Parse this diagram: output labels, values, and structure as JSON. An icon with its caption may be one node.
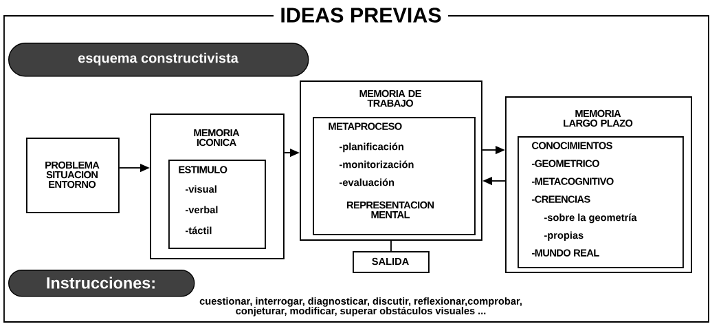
{
  "diagram": {
    "nodes": [
      {
        "text": [
          "IDEAS PREVIAS"
        ]
      },
      {
        "text": [
          "esquema constructivista"
        ],
        "in": 0
      },
      {
        "text": [
          "PROBLEMA SITUACION ENTORNO"
        ],
        "in": 0
      },
      {
        "text": [
          "MEMORIA ICONICA"
        ],
        "in": 0
      },
      {
        "text": [
          "ESTIMULO",
          "-visual",
          "-verbal",
          "-táctil"
        ],
        "in": 3
      },
      {
        "text": [
          "MEMORIA DE TRABAJO"
        ],
        "in": 0
      },
      {
        "text": [
          "METAPROCESO",
          "-planificación",
          "-monitorización",
          "-evaluación",
          "REPRESENTACION MENTAL"
        ],
        "in": 5
      },
      {
        "text": [
          "SALIDA"
        ],
        "in": 0
      },
      {
        "text": [
          "MEMORIA LARGO PLAZO"
        ],
        "in": 0
      },
      {
        "text": [
          "CONOCIMIENTOS",
          "-GEOMETRICO",
          "-METACOGNITIVO",
          "-CREENCIAS",
          "-sobre la geometría",
          "-propias",
          "-MUNDO REAL"
        ],
        "in": 8
      },
      {
        "text": [
          "Instrucciones:"
        ],
        "in": 0
      }
    ],
    "edges": [
      {
        "from": 2,
        "to": 3,
        "arrow": "to"
      },
      {
        "from": 3,
        "to": 5,
        "arrow": "to"
      },
      {
        "from": 5,
        "to": 8,
        "arrow": "to"
      },
      {
        "from": 8,
        "to": 5,
        "arrow": "to"
      },
      {
        "from": 5,
        "to": 7,
        "arrow": "none"
      }
    ],
    "labels": [
      "cuestionar, interrogar, diagnosticar, discutir, reflexionar,comprobar, conjeturar, modificar, superar obstáculos visuales ..."
    ]
  }
}
